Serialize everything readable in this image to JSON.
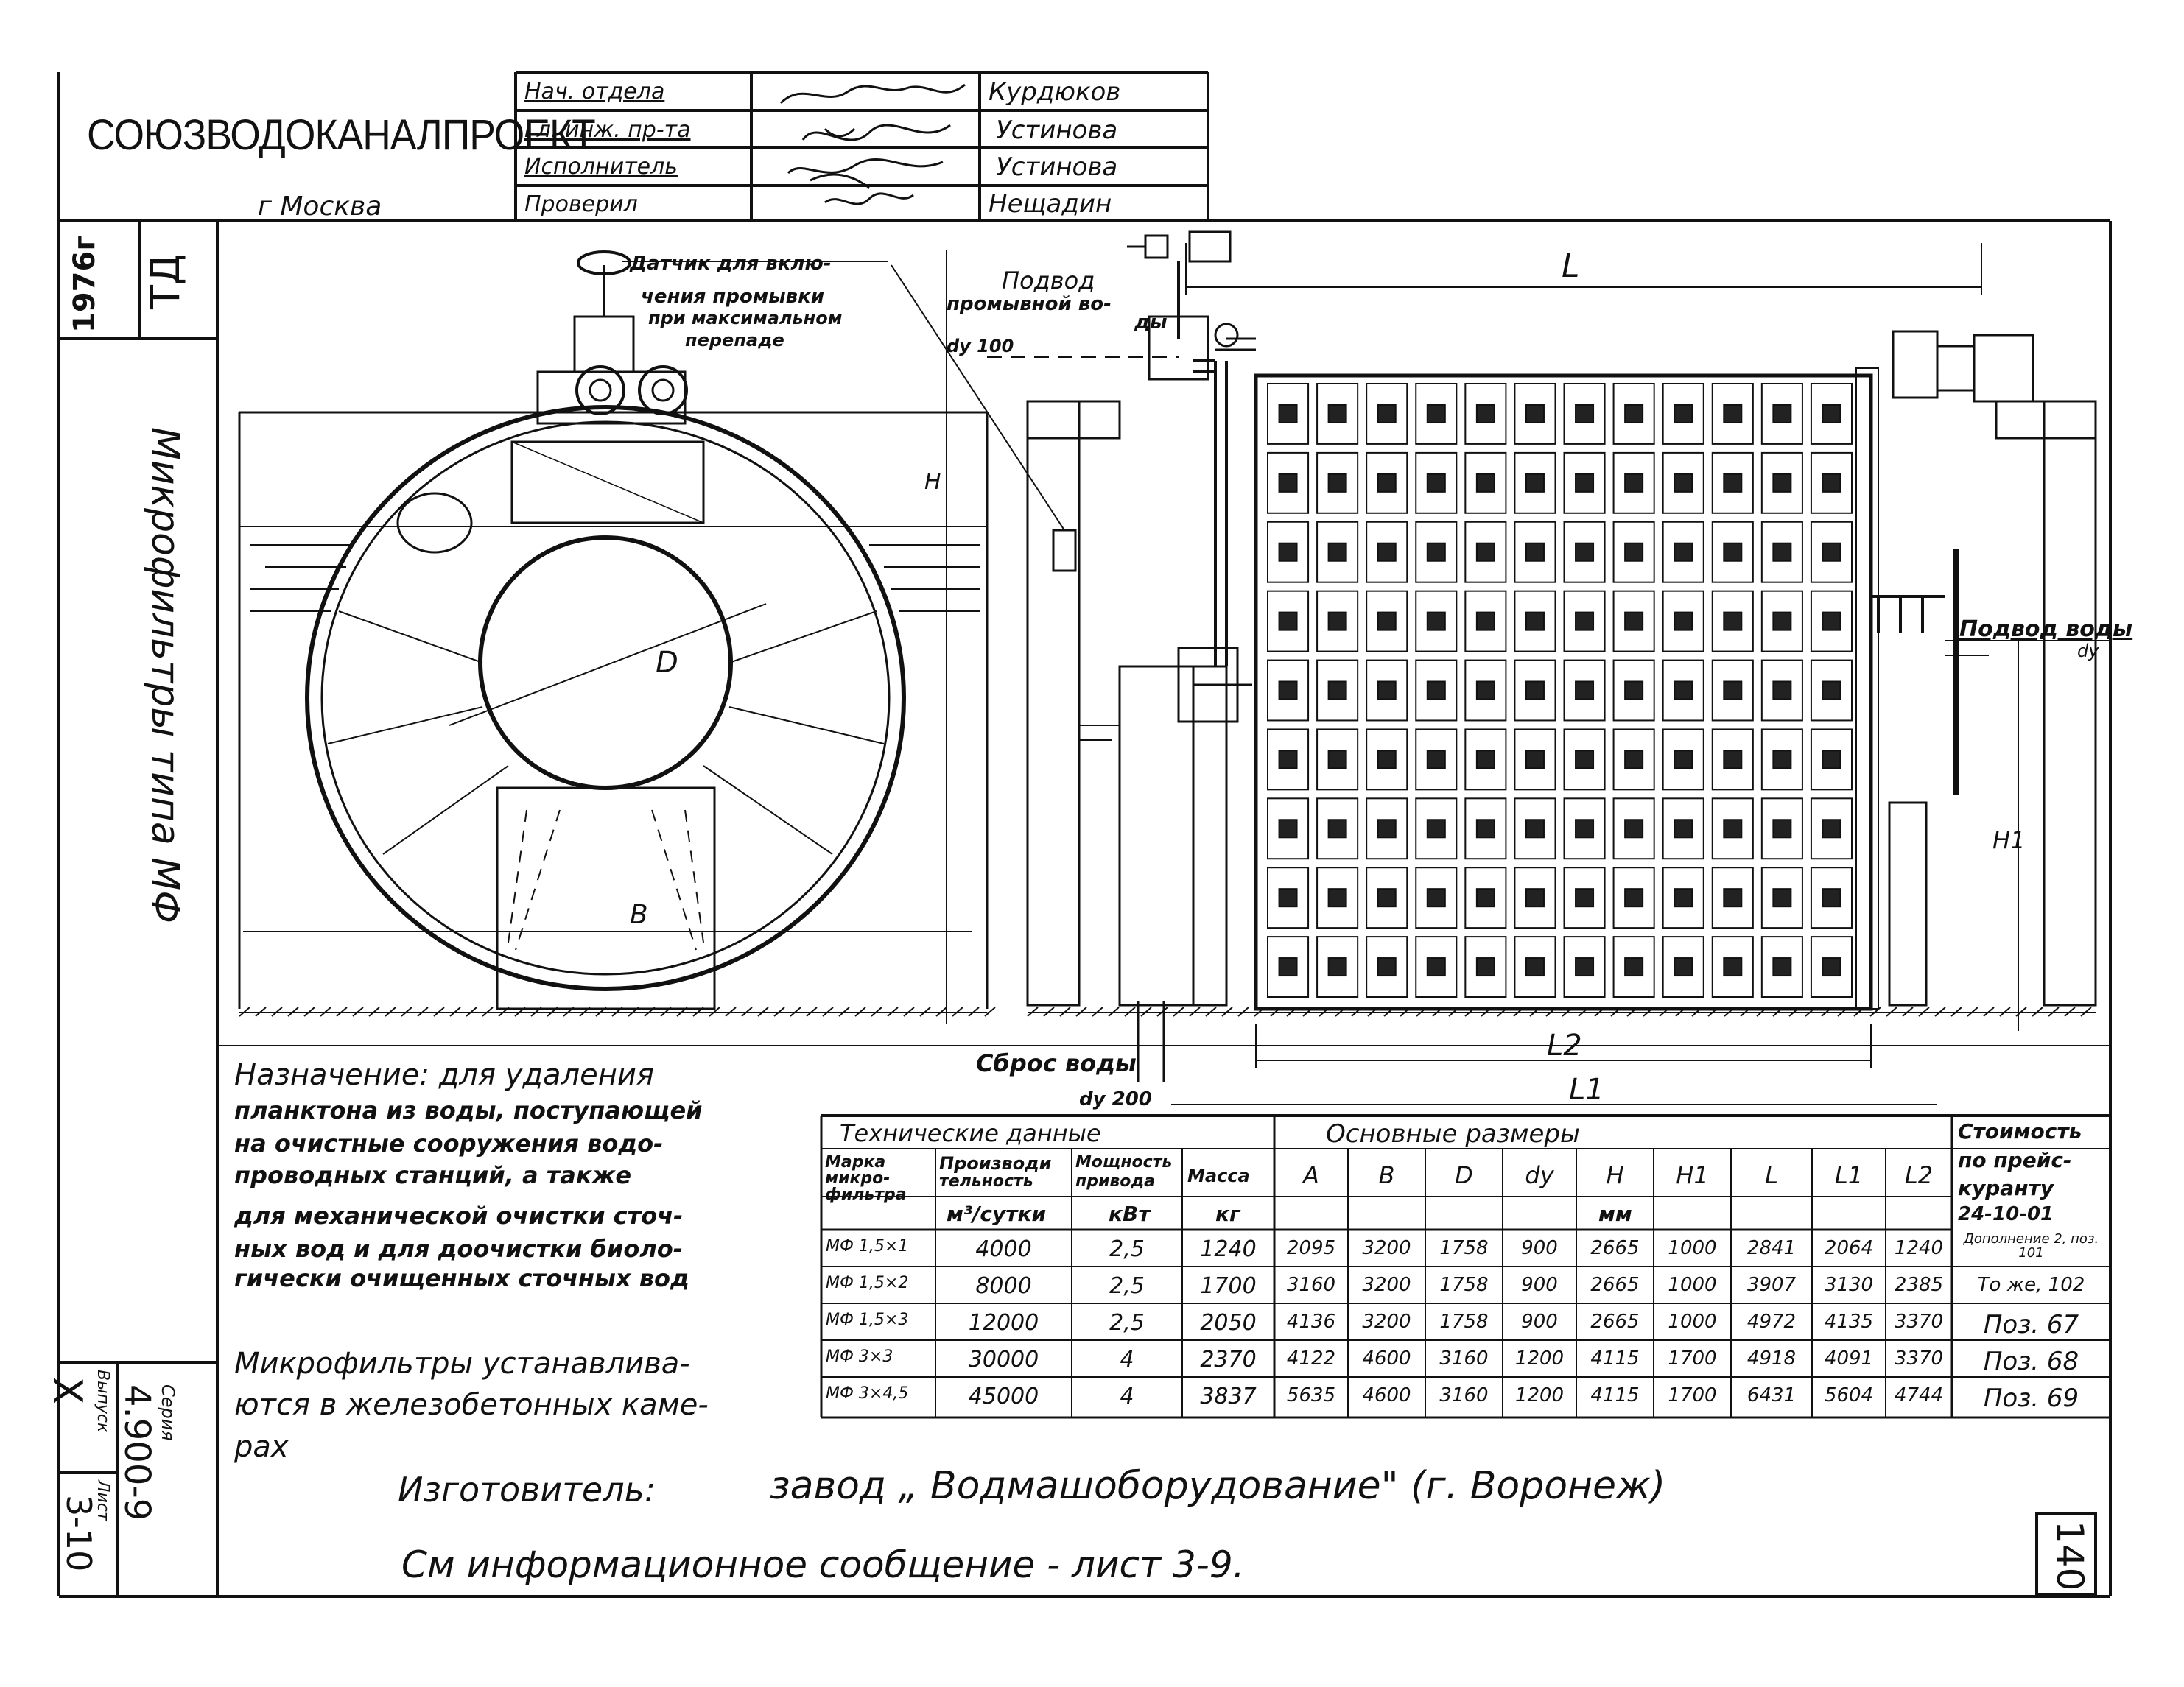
{
  "title_block": {
    "org": "СОЮЗВОДОКАНАЛПРОЕКТ",
    "city": "г Москва",
    "rows": [
      {
        "role": "Нач. отдела",
        "name": "Курдюков"
      },
      {
        "role": "Гл. инж. пр-та",
        "name": "Устинова"
      },
      {
        "role": "Исполнитель",
        "name": "Устинова"
      },
      {
        "role": "Проверил",
        "name": "Нещадин"
      }
    ],
    "signatures": [
      "Курдюков",
      "Устинова",
      "Устинова",
      "Нещадин"
    ]
  },
  "side": {
    "year": "1976г",
    "code": "ТД",
    "title": "Микрофильтры   типа   МФ",
    "series_label": "Серия",
    "series_value": "4.900-9",
    "issue_label": "Выпуск",
    "issue_value": "X",
    "sheet_label": "Лист",
    "sheet_value": "3-10"
  },
  "drawing_labels": {
    "sensor": [
      "Датчик для вклю-",
      "чения промывки",
      "при максимальном",
      "перепаде"
    ],
    "wash_supply": [
      "Подвод",
      "промывной во-",
      "ды"
    ],
    "wash_dy": "dy 100",
    "water_supply": "Подвод воды",
    "water_dy": "dy",
    "discharge": "Сброс воды",
    "discharge_dy": "dy 200",
    "dim_L": "L",
    "dim_L1": "L1",
    "dim_L2": "L2",
    "dim_H": "H",
    "dim_H1": "H1",
    "dim_D": "D",
    "dim_B": "B"
  },
  "purpose": {
    "lines": [
      "Назначение: для удаления",
      "планктона из воды, поступающей",
      "на очистные сооружения водо-",
      "проводных станций, а также",
      "для механической очистки сточ-",
      "ных вод и для доочистки биоло-",
      "гически очищенных сточных вод"
    ]
  },
  "install_note": {
    "lines": [
      "Микрофильтры устанавлива-",
      "ются в железобетонных каме-",
      "рах"
    ]
  },
  "table": {
    "group_tech": "Технические   данные",
    "group_dims": "Основные   размеры",
    "group_cost": [
      "Стоимость",
      "по прейс-",
      "куранту",
      "24-10-01"
    ],
    "h_mark": [
      "Марка",
      "микро-",
      "фильтра"
    ],
    "h_prod": [
      "Производи",
      "тельность"
    ],
    "h_power": [
      "Мощность",
      "привода"
    ],
    "h_mass": "Масса",
    "h_dims": [
      "A",
      "B",
      "D",
      "dy",
      "H",
      "H1",
      "L",
      "L1",
      "L2"
    ],
    "u_prod": "м³/сутки",
    "u_power": "кВт",
    "u_mass": "кг",
    "u_dims": "мм",
    "rows": [
      [
        "МФ 1,5×1",
        "4000",
        "2,5",
        "1240",
        "2095",
        "3200",
        "1758",
        "900",
        "2665",
        "1000",
        "2841",
        "2064",
        "1240",
        "Дополнение 2, поз. 101"
      ],
      [
        "МФ 1,5×2",
        "8000",
        "2,5",
        "1700",
        "3160",
        "3200",
        "1758",
        "900",
        "2665",
        "1000",
        "3907",
        "3130",
        "2385",
        "То же, 102"
      ],
      [
        "МФ 1,5×3",
        "12000",
        "2,5",
        "2050",
        "4136",
        "3200",
        "1758",
        "900",
        "2665",
        "1000",
        "4972",
        "4135",
        "3370",
        "Поз. 67"
      ],
      [
        "МФ 3×3",
        "30000",
        "4",
        "2370",
        "4122",
        "4600",
        "3160",
        "1200",
        "4115",
        "1700",
        "4918",
        "4091",
        "3370",
        "Поз. 68"
      ],
      [
        "МФ 3×4,5",
        "45000",
        "4",
        "3837",
        "5635",
        "4600",
        "3160",
        "1200",
        "4115",
        "1700",
        "6431",
        "5604",
        "4744",
        "Поз. 69"
      ]
    ]
  },
  "footer": {
    "maker_label": "Изготовитель:",
    "maker_value": "завод   „ Водмашоборудование\"   (г. Воронеж)",
    "see_note": "См   информационное   сообщение - лист 3-9.",
    "page_no": "140"
  }
}
